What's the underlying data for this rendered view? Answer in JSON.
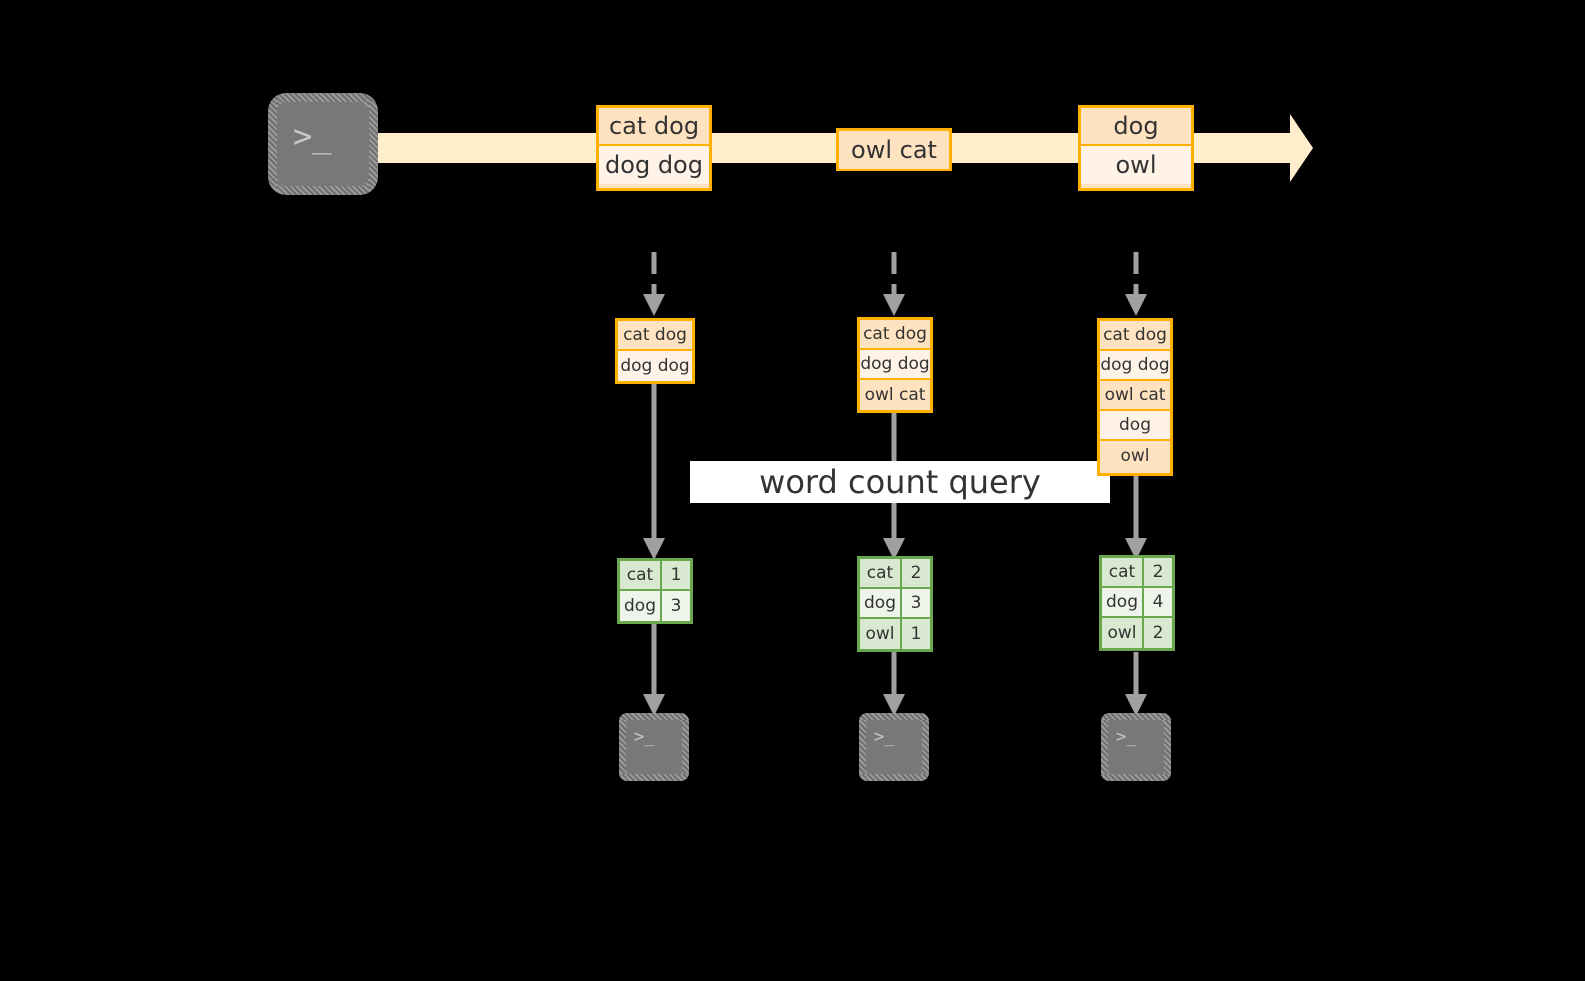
{
  "diagram": {
    "title_banner": {
      "label": "word count query"
    },
    "stream": {
      "icon": "terminal-icon",
      "prompt_glyph": ">_",
      "arrow_color": "#ffeecc",
      "border_color": "#ffb000",
      "events": [
        {
          "lines": [
            "cat dog",
            "dog dog"
          ]
        },
        {
          "lines": [
            "owl cat"
          ]
        },
        {
          "lines": [
            "dog",
            "owl"
          ]
        }
      ]
    },
    "snapshots": [
      {
        "name": "snapshot-1",
        "log": [
          "cat dog",
          "dog dog"
        ],
        "result": {
          "rows": [
            {
              "word": "cat",
              "count": "1"
            },
            {
              "word": "dog",
              "count": "3"
            }
          ]
        },
        "sink": {
          "icon": "terminal-icon",
          "prompt_glyph": ">_"
        }
      },
      {
        "name": "snapshot-2",
        "log": [
          "cat dog",
          "dog dog",
          "owl cat"
        ],
        "result": {
          "rows": [
            {
              "word": "cat",
              "count": "2"
            },
            {
              "word": "dog",
              "count": "3"
            },
            {
              "word": "owl",
              "count": "1"
            }
          ]
        },
        "sink": {
          "icon": "terminal-icon",
          "prompt_glyph": ">_"
        }
      },
      {
        "name": "snapshot-3",
        "log": [
          "cat dog",
          "dog dog",
          "owl cat",
          "dog",
          "owl"
        ],
        "result": {
          "rows": [
            {
              "word": "cat",
              "count": "2"
            },
            {
              "word": "dog",
              "count": "4"
            },
            {
              "word": "owl",
              "count": "2"
            }
          ]
        },
        "sink": {
          "icon": "terminal-icon",
          "prompt_glyph": ">_"
        }
      }
    ],
    "colors": {
      "background": "#000000",
      "stream_fill": "#ffeecc",
      "record_border": "#ffb000",
      "record_fill_dark": "#ffe2c0",
      "record_fill_light": "#fff3e8",
      "result_border": "#6aa84f",
      "result_fill_dark": "#d9e8d0",
      "result_fill_light": "#eef4ea",
      "connector": "#a0a0a0",
      "terminal": "#787878",
      "banner": "#ffffff",
      "text": "#333333"
    }
  }
}
